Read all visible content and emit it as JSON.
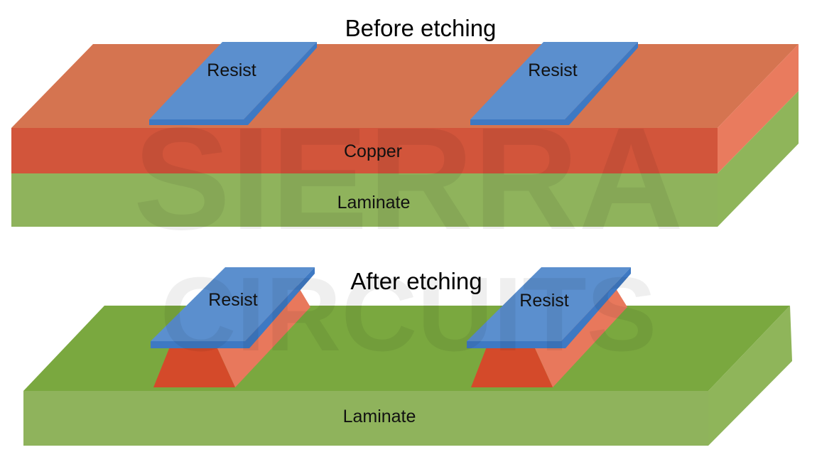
{
  "before": {
    "title": "Before etching",
    "resist_left": "Resist",
    "resist_right": "Resist",
    "copper": "Copper",
    "laminate": "Laminate"
  },
  "after": {
    "title": "After etching",
    "resist_left": "Resist",
    "resist_right": "Resist",
    "laminate": "Laminate"
  },
  "watermark": {
    "line1": "SIERRA",
    "line2": "CIRCUITS"
  },
  "colors": {
    "copper_top": "#D57450",
    "copper_front": "#D2553B",
    "copper_side": "#E97B5E",
    "copper_trace_front": "#D44A2A",
    "copper_trace_side": "#E8785C",
    "laminate_front": "#8FB35C",
    "laminate_side": "#8FB55A",
    "laminate_top": "#7AA83F",
    "resist_top": "#5B8FCE",
    "resist_edge": "#3E79C3"
  }
}
